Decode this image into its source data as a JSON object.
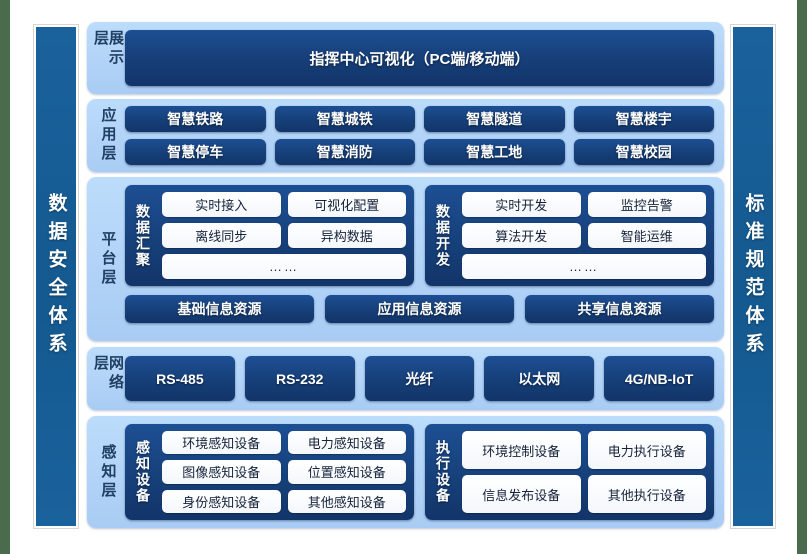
{
  "pillars": {
    "left": "数据安全体系",
    "right": "标准规范体系"
  },
  "layers": {
    "display": {
      "label": "展示层",
      "banner": "指挥中心可视化（PC端/移动端）"
    },
    "application": {
      "label": "应用层",
      "rows": [
        [
          "智慧铁路",
          "智慧城铁",
          "智慧隧道",
          "智慧楼宇"
        ],
        [
          "智慧停车",
          "智慧消防",
          "智慧工地",
          "智慧校园"
        ]
      ]
    },
    "platform": {
      "label": "平台层",
      "groups": [
        {
          "title": "数据汇聚",
          "rows": [
            [
              "实时接入",
              "可视化配置"
            ],
            [
              "离线同步",
              "异构数据"
            ],
            [
              "……"
            ]
          ]
        },
        {
          "title": "数据开发",
          "rows": [
            [
              "实时开发",
              "监控告警"
            ],
            [
              "算法开发",
              "智能运维"
            ],
            [
              "……"
            ]
          ]
        }
      ],
      "resources": [
        "基础信息资源",
        "应用信息资源",
        "共享信息资源"
      ]
    },
    "network": {
      "label": "网络层",
      "items": [
        "RS-485",
        "RS-232",
        "光纤",
        "以太网",
        "4G/NB-IoT"
      ]
    },
    "perception": {
      "label": "感知层",
      "groups": [
        {
          "title": "感知设备",
          "rows": [
            [
              "环境感知设备",
              "电力感知设备"
            ],
            [
              "图像感知设备",
              "位置感知设备"
            ],
            [
              "身份感知设备",
              "其他感知设备"
            ]
          ]
        },
        {
          "title": "执行设备",
          "rows": [
            [
              "环境控制设备",
              "电力执行设备"
            ],
            [
              "信息发布设备",
              "其他执行设备"
            ]
          ]
        }
      ]
    }
  },
  "colors": {
    "page_background": "#4a6b4c",
    "canvas": "#ffffff",
    "pillar_blue": "#1a629d",
    "panel_light_blue": "#aed0f5",
    "block_navy": "#17407e",
    "chip_white": "#ffffff"
  }
}
